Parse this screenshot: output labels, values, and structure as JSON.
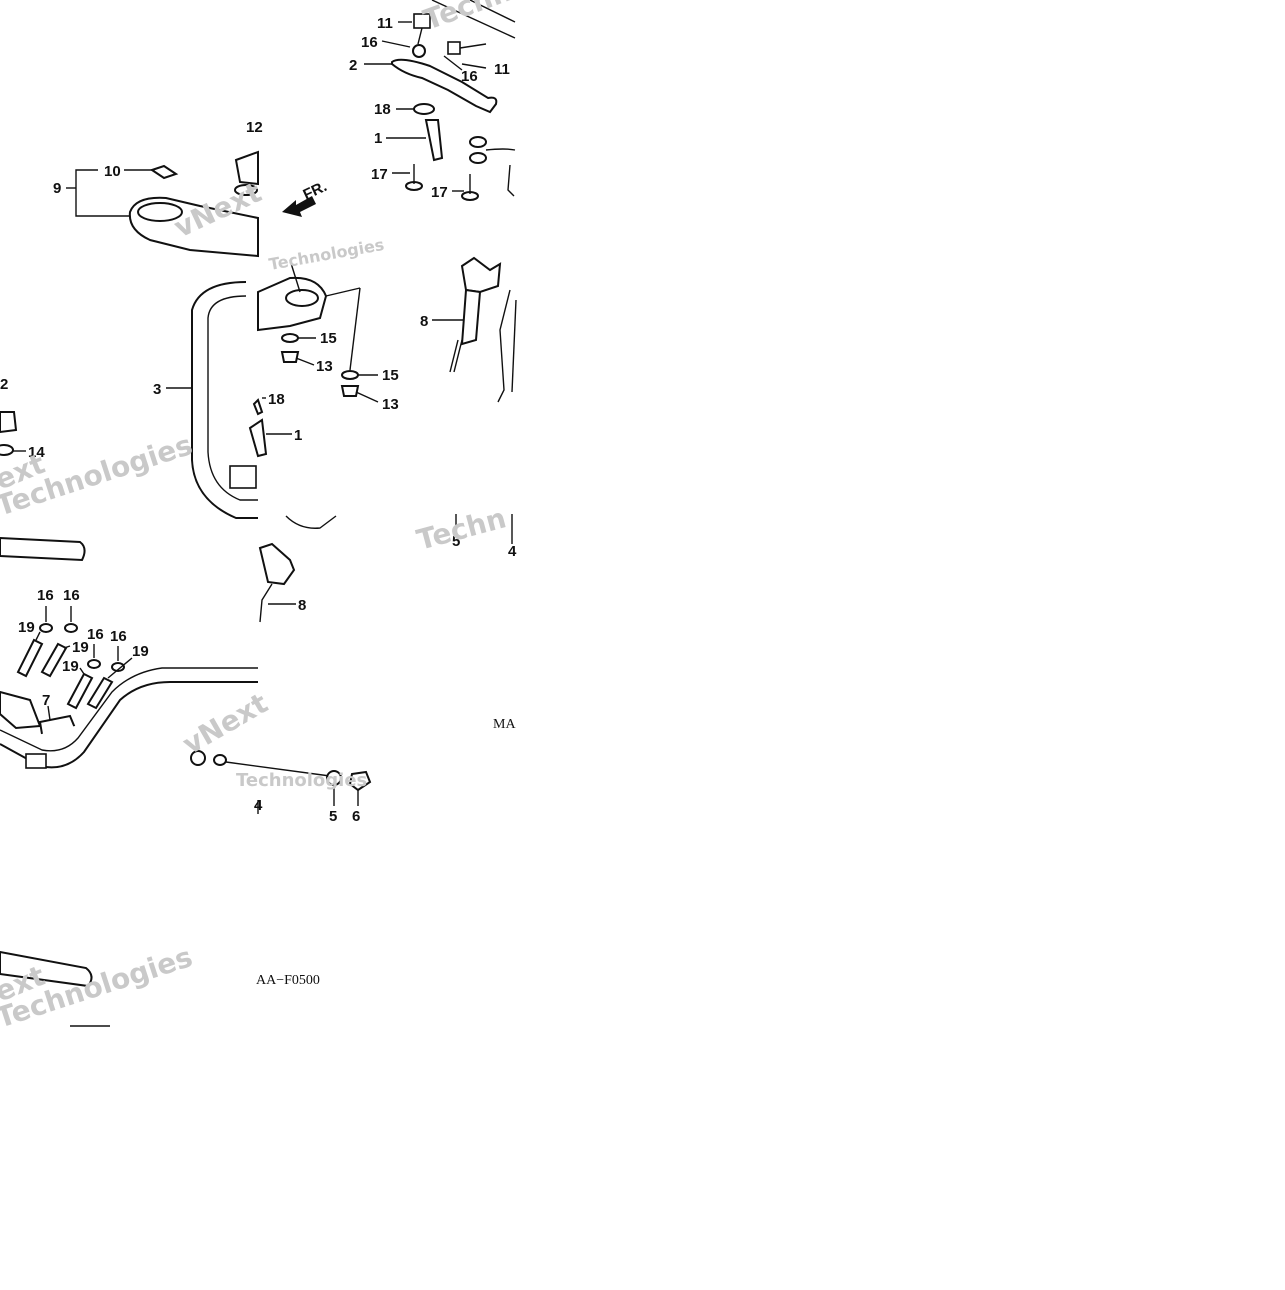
{
  "diagram": {
    "part_numbers": {
      "n1": "1",
      "n2": "2",
      "n3": "3",
      "n4": "4",
      "n5": "5",
      "n6": "6",
      "n7": "7",
      "n8": "8",
      "n9": "9",
      "n10": "10",
      "n11": "11",
      "n12": "12",
      "n13": "13",
      "n14": "14",
      "n15": "15",
      "n16": "16",
      "n17": "17",
      "n18": "18",
      "n19": "19"
    },
    "direction_label": "FR.",
    "diagram_codes": {
      "left": "AA−F0500",
      "right": "MA"
    },
    "watermark": {
      "brand": "vNext",
      "suffix": "Technologies",
      "short": "Techn",
      "ext": "ext"
    }
  }
}
